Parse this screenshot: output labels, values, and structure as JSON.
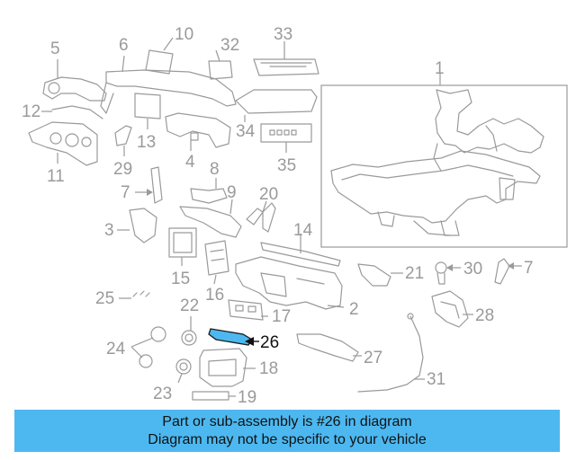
{
  "callouts": {
    "c1": "1",
    "c2": "2",
    "c3": "3",
    "c4": "4",
    "c5": "5",
    "c6": "6",
    "c7a": "7",
    "c7b": "7",
    "c8": "8",
    "c9": "9",
    "c10": "10",
    "c11": "11",
    "c12": "12",
    "c13": "13",
    "c14": "14",
    "c15": "15",
    "c16": "16",
    "c17": "17",
    "c18": "18",
    "c19": "19",
    "c20": "20",
    "c21": "21",
    "c22": "22",
    "c23": "23",
    "c24": "24",
    "c25": "25",
    "c26": "26",
    "c27": "27",
    "c28": "28",
    "c29": "29",
    "c30": "30",
    "c31": "31",
    "c32": "32",
    "c33": "33",
    "c34": "34",
    "c35": "35"
  },
  "highlighted_part": "26",
  "colors": {
    "highlight": "#4db8f0",
    "line": "#9a9a9a",
    "text": "#111111"
  },
  "banner": {
    "line1": "Part or sub-assembly is #26 in diagram",
    "line2": "Diagram may not be specific to your vehicle"
  }
}
